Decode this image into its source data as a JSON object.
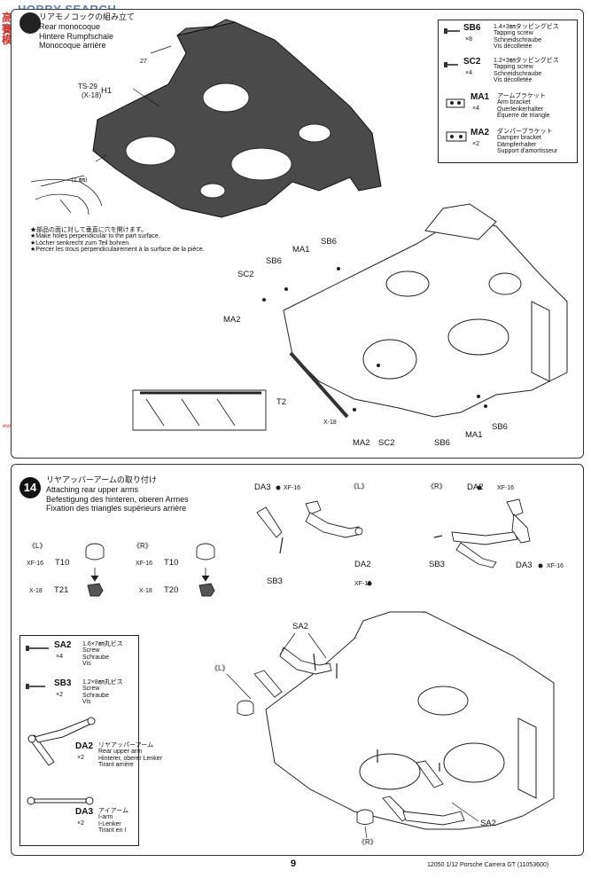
{
  "watermark": {
    "brand": "HOBBY SEARCH",
    "side_chars": [
      "高",
      "賽",
      "模"
    ],
    "side_sub": "www.hobbyrc.com"
  },
  "step13": {
    "title_lines": [
      "リアモノコックの組み立て",
      "Rear monocoque",
      "Hintere Rumpfschale",
      "Monocoque arrière"
    ],
    "callouts": {
      "ts29": "TS-29",
      "x18_a": "(X-18)",
      "h1": "H1",
      "n27": "27",
      "one_mm": "（1 ㎜）",
      "t2": "T2",
      "x18_b": "X-18",
      "sb6_a": "SB6",
      "sb6_b": "SB6",
      "ma1_a": "MA1",
      "sc2_a": "SC2",
      "ma2_a": "MA2",
      "ma2_b": "MA2",
      "sc2_b": "SC2",
      "sb6_c": "SB6",
      "ma1_b": "MA1",
      "sb6_d": "SB6"
    },
    "notes": [
      "★部品の面に対して垂直に穴を開けます。",
      "★Make holes perpendicular to the part surface.",
      "★Löcher senkrecht zum Teil bohren.",
      "★Percer les trous perpendiculairement à la surface de la pièce."
    ],
    "parts_box": [
      {
        "code": "SB6",
        "qty": "×8",
        "lines": [
          "1.4×3㎜タッピングビス",
          "Tapping screw",
          "Schneidschraube",
          "Vis décolletée"
        ],
        "icon": "tapping-screw-icon"
      },
      {
        "code": "SC2",
        "qty": "×4",
        "lines": [
          "1.2×3㎜タッピングビス",
          "Tapping screw",
          "Schneidschraube",
          "Vis décolletée"
        ],
        "icon": "tapping-screw-icon"
      },
      {
        "code": "MA1",
        "qty": "×4",
        "lines": [
          "アームブラケット",
          "Arm bracket",
          "Querlenkerhalter",
          "Equerre de triangle"
        ],
        "icon": "arm-bracket-icon"
      },
      {
        "code": "MA2",
        "qty": "×2",
        "lines": [
          "ダンパーブラケット",
          "Damper bracket",
          "Dämpferhalter",
          "Support d'amortisseur"
        ],
        "icon": "damper-bracket-icon"
      }
    ]
  },
  "step14": {
    "number": "14",
    "title_lines": [
      "リヤアッパーアームの取り付け",
      "Attaching rear upper arms",
      "Befestigung des hinteren, oberen Armes",
      "Fixation des triangles supérieurs arrière"
    ],
    "callouts": {
      "left_mark_a": "《L》",
      "right_mark_a": "《R》",
      "xf16_a": "XF-16",
      "t10_a": "T10",
      "x18_a": "X-18",
      "t21": "T21",
      "xf16_b": "XF-16",
      "t10_b": "T10",
      "x18_b": "X-18",
      "t20": "T20",
      "da3_a": "DA3",
      "xf16_c": "XF-16",
      "left_mark_b": "《L》",
      "da2_a": "DA2",
      "xf16_d": "XF-16",
      "sb3_a": "SB3",
      "right_mark_b": "《R》",
      "da2_b": "DA2",
      "xf16_e": "XF-16",
      "sb3_b": "SB3",
      "da3_b": "DA3",
      "xf16_f": "XF-16",
      "sa2_a": "SA2",
      "left_mark_c": "《L》",
      "sa2_b": "SA2",
      "right_mark_c": "《R》"
    },
    "parts_box": [
      {
        "code": "SA2",
        "qty": "×4",
        "lines": [
          "1.6×7㎜丸ビス",
          "Screw",
          "Schraube",
          "Vis"
        ],
        "icon": "long-screw-icon"
      },
      {
        "code": "SB3",
        "qty": "×2",
        "lines": [
          "1.2×8㎜丸ビス",
          "Screw",
          "Schraube",
          "Vis"
        ],
        "icon": "screw-icon"
      },
      {
        "code": "DA2",
        "qty": "×2",
        "lines": [
          "リヤアッパーアーム",
          "Rear upper arm",
          "Hinterer, oberer Lenker",
          "Tirant arrière"
        ],
        "icon": "upper-arm-icon"
      },
      {
        "code": "DA3",
        "qty": "×2",
        "lines": [
          "アイアーム",
          "I-arm",
          "I-Lenker",
          "Tirant en I"
        ],
        "icon": "i-arm-icon"
      }
    ]
  },
  "footer": {
    "page_number": "9",
    "product": "12050  1/12 Porsche Carrera GT (11053600)"
  }
}
